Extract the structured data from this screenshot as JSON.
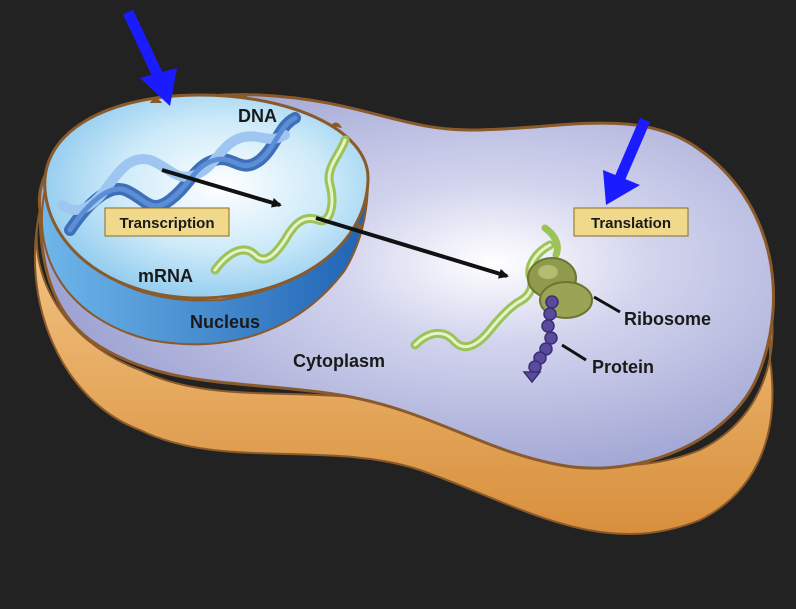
{
  "colors": {
    "background": "#222222",
    "cell_side": "#e9a95a",
    "cell_top": "#b4b8dc",
    "membrane": "#8a5a2b",
    "nucleus": "#9fd3f0",
    "nucleus_side": "#2f7fc8",
    "dna": "#4f7ec8",
    "mrna": "#b7d47a",
    "ribosome": "#8f9a4e",
    "protein": "#5a4a9e",
    "label_box": "#f1d98b",
    "pointer_arrow": "#1b1bff"
  },
  "labels": {
    "dna": "DNA",
    "transcription": "Transcription",
    "mrna": "mRNA",
    "nucleus": "Nucleus",
    "cytoplasm": "Cytoplasm",
    "translation": "Translation",
    "ribosome": "Ribosome",
    "protein": "Protein"
  },
  "icons": [
    "blue-pointer-arrow-icon",
    "black-flow-arrow-icon",
    "dna-helix-icon",
    "mrna-strand-icon",
    "ribosome-icon",
    "protein-chain-icon"
  ]
}
